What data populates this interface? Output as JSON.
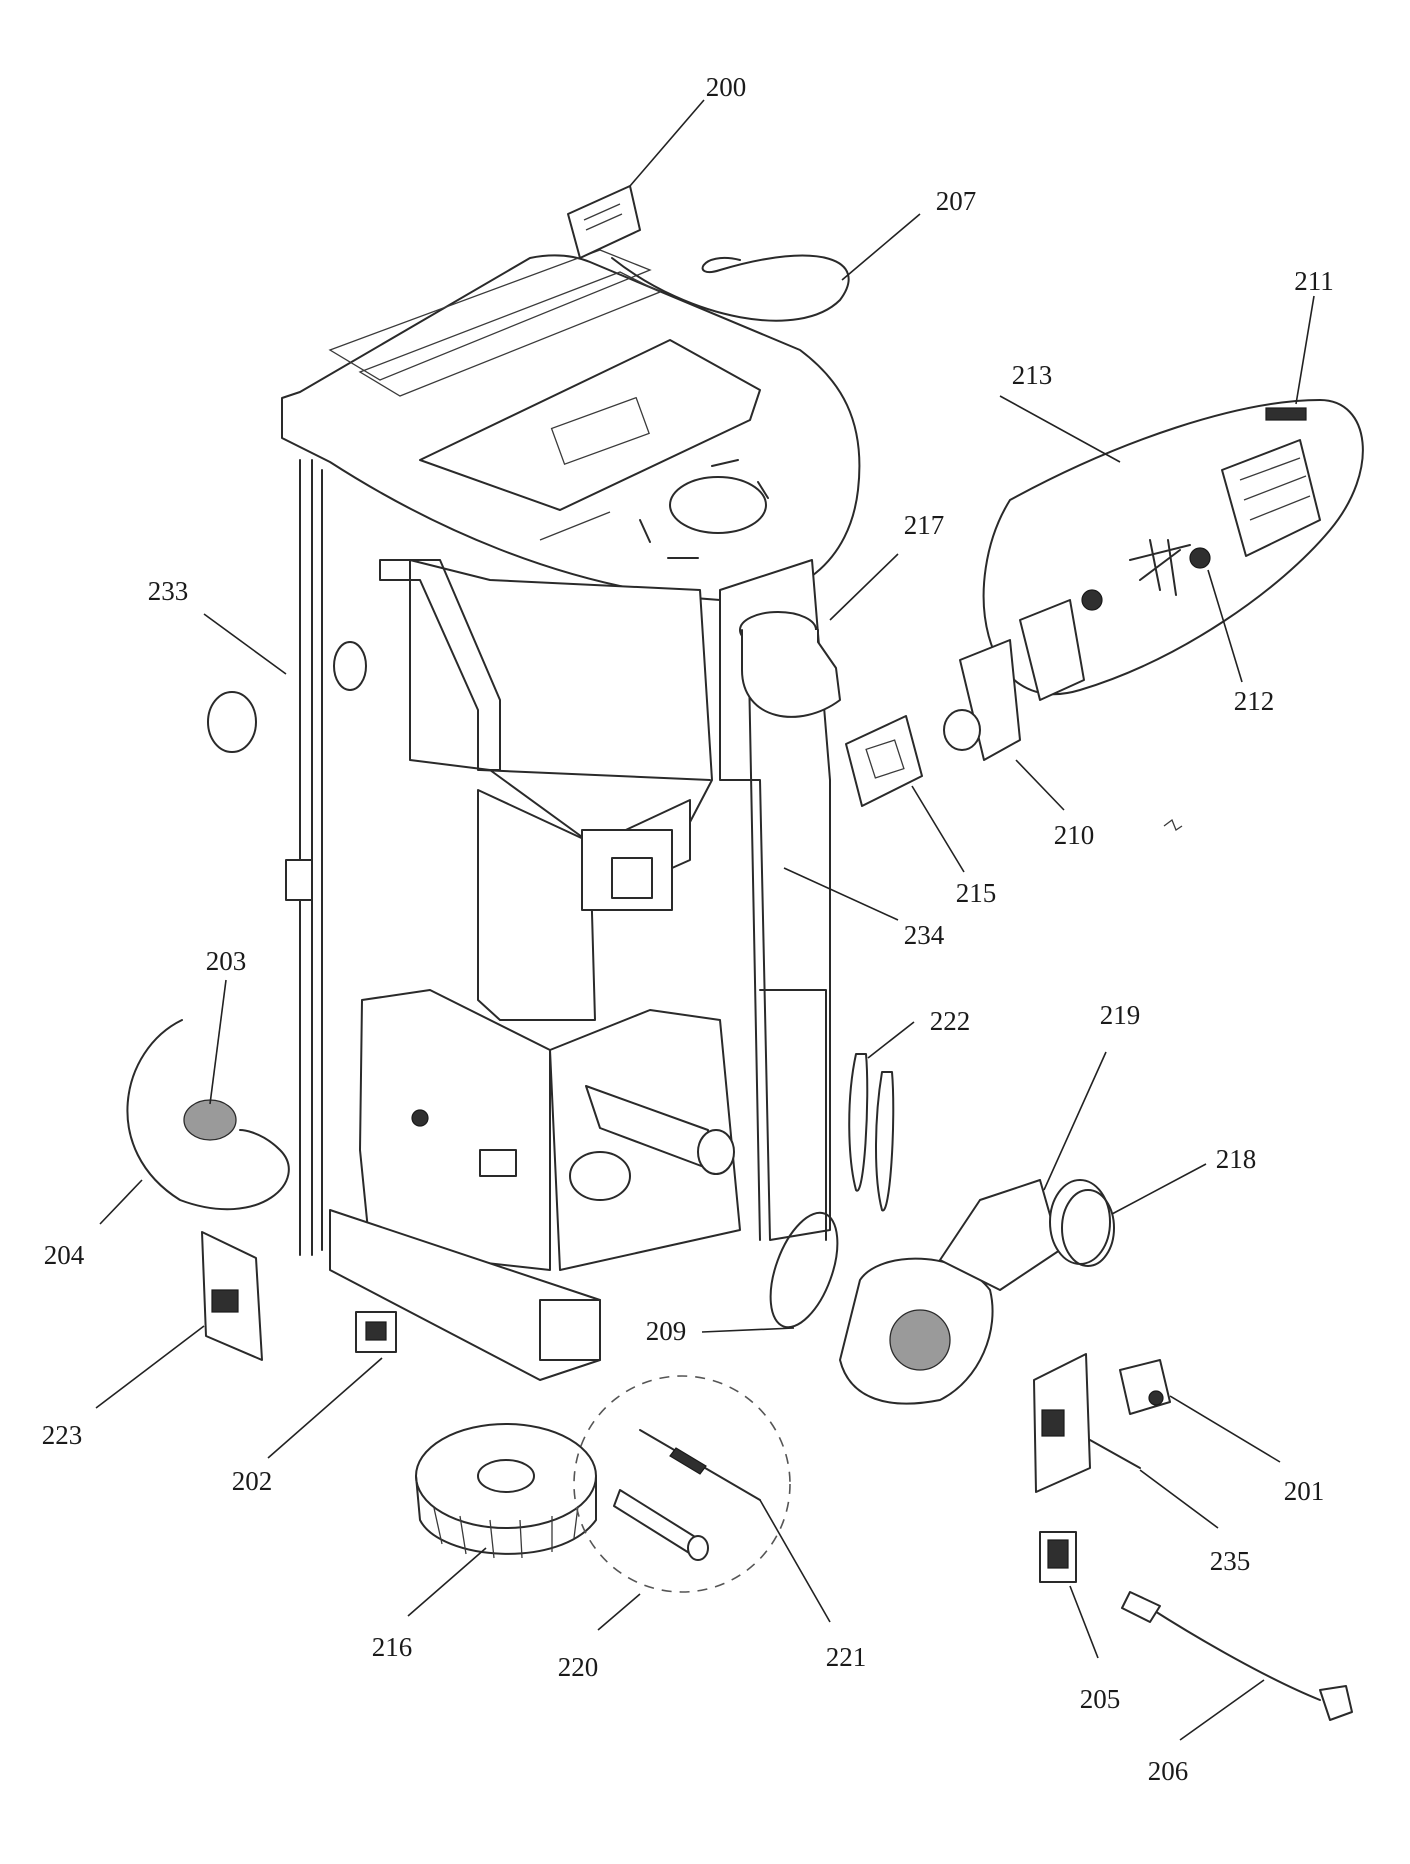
{
  "callouts": [
    {
      "id": "c200",
      "label": "200"
    },
    {
      "id": "c207",
      "label": "207"
    },
    {
      "id": "c211",
      "label": "211"
    },
    {
      "id": "c213",
      "label": "213"
    },
    {
      "id": "c217",
      "label": "217"
    },
    {
      "id": "c212",
      "label": "212"
    },
    {
      "id": "c233",
      "label": "233"
    },
    {
      "id": "c210",
      "label": "210"
    },
    {
      "id": "c215",
      "label": "215"
    },
    {
      "id": "c234",
      "label": "234"
    },
    {
      "id": "c203",
      "label": "203"
    },
    {
      "id": "c222",
      "label": "222"
    },
    {
      "id": "c219",
      "label": "219"
    },
    {
      "id": "c218",
      "label": "218"
    },
    {
      "id": "c204",
      "label": "204"
    },
    {
      "id": "c209",
      "label": "209"
    },
    {
      "id": "c223",
      "label": "223"
    },
    {
      "id": "c202",
      "label": "202"
    },
    {
      "id": "c201",
      "label": "201"
    },
    {
      "id": "c235",
      "label": "235"
    },
    {
      "id": "c216",
      "label": "216"
    },
    {
      "id": "c220",
      "label": "220"
    },
    {
      "id": "c221",
      "label": "221"
    },
    {
      "id": "c205",
      "label": "205"
    },
    {
      "id": "c206",
      "label": "206"
    }
  ]
}
